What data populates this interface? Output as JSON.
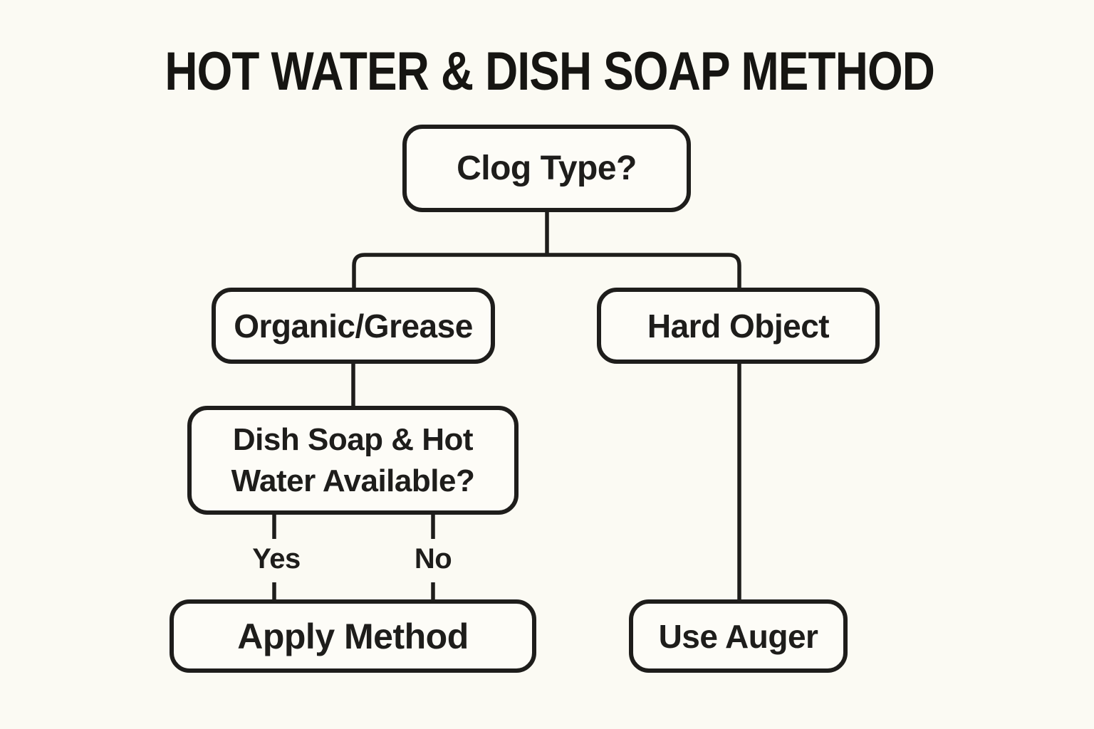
{
  "title": "HOT WATER & DISH SOAP METHOD",
  "diagram": {
    "type": "flowchart",
    "nodes": [
      {
        "id": "clog-type",
        "label": "Clog Type?"
      },
      {
        "id": "organic-grease",
        "label": "Organic/Grease"
      },
      {
        "id": "hard-object",
        "label": "Hard Object"
      },
      {
        "id": "dish-soap-hot-water-available",
        "label": "Dish Soap & Hot Water Available?"
      },
      {
        "id": "apply-method",
        "label": "Apply Method"
      },
      {
        "id": "use-auger",
        "label": "Use Auger"
      }
    ],
    "edges": [
      {
        "from": "clog-type",
        "to": "organic-grease",
        "label": ""
      },
      {
        "from": "clog-type",
        "to": "hard-object",
        "label": ""
      },
      {
        "from": "organic-grease",
        "to": "dish-soap-hot-water-available",
        "label": ""
      },
      {
        "from": "dish-soap-hot-water-available",
        "to": "apply-method",
        "label": "Yes"
      },
      {
        "from": "dish-soap-hot-water-available",
        "to": "apply-method",
        "label": "No"
      },
      {
        "from": "hard-object",
        "to": "use-auger",
        "label": ""
      }
    ],
    "colors": {
      "background": "#fbfaf3",
      "node_fill": "#fdfcf7",
      "stroke": "#1e1d1b",
      "text": "#1e1d1b"
    }
  }
}
